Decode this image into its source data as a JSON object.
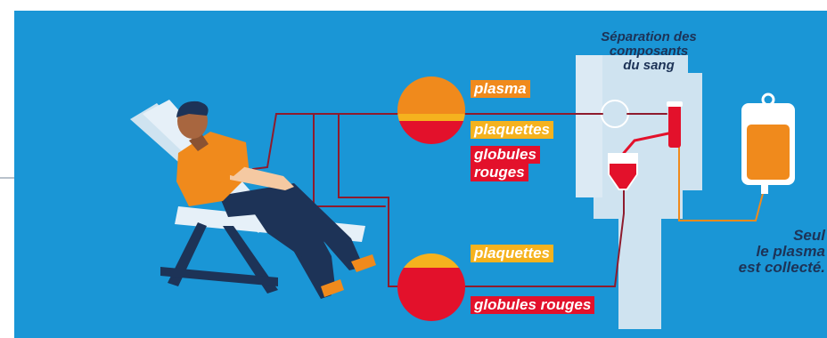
{
  "diagram": {
    "colors": {
      "background": "#1a96d6",
      "plasma": "#f08a1c",
      "platelets": "#f5b21e",
      "red_cells": "#e3112b",
      "machine": "#cfe3f0",
      "text_dark": "#1d3357"
    },
    "top_circle": {
      "labels": {
        "plasma": "plasma",
        "platelets": "plaquettes",
        "red_cells_line1": "globules",
        "red_cells_line2": "rouges"
      }
    },
    "bottom_circle": {
      "labels": {
        "platelets": "plaquettes",
        "red_cells": "globules rouges"
      }
    },
    "machine": {
      "title_line1": "Séparation des",
      "title_line2": "composants",
      "title_line3": "du sang"
    },
    "result": {
      "line1": "Seul",
      "line2": "le plasma",
      "line3": "est collecté."
    },
    "icons": [
      "donor-chair-icon",
      "person-icon",
      "blood-bag-icon",
      "separator-machine-icon"
    ]
  }
}
